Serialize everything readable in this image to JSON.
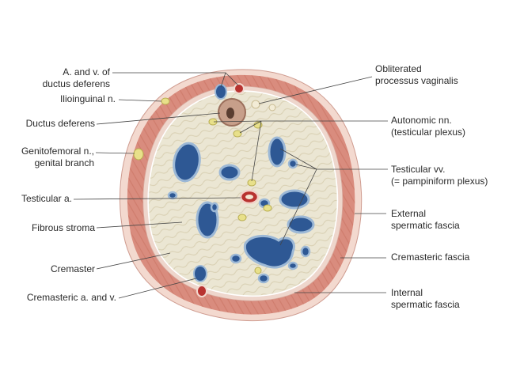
{
  "labels_left": [
    {
      "id": "a-v-ductus-deferens",
      "lines": [
        "A. and v. of",
        "ductus deferens"
      ]
    },
    {
      "id": "ilioinguinal-n",
      "lines": [
        "Ilioinguinal n."
      ]
    },
    {
      "id": "ductus-deferens",
      "lines": [
        "Ductus deferens"
      ]
    },
    {
      "id": "genitofemoral-n",
      "lines": [
        "Genitofemoral n.,",
        "genital branch"
      ]
    },
    {
      "id": "testicular-a",
      "lines": [
        "Testicular a."
      ]
    },
    {
      "id": "fibrous-stroma",
      "lines": [
        "Fibrous stroma"
      ]
    },
    {
      "id": "cremaster",
      "lines": [
        "Cremaster"
      ]
    },
    {
      "id": "cremasteric-a-v",
      "lines": [
        "Cremasteric a. and v."
      ]
    }
  ],
  "labels_right": [
    {
      "id": "obliterated-processus-vaginalis",
      "lines": [
        "Obliterated",
        "processus vaginalis"
      ]
    },
    {
      "id": "autonomic-nn",
      "lines": [
        "Autonomic nn.",
        "(testicular plexus)"
      ]
    },
    {
      "id": "testicular-vv",
      "lines": [
        "Testicular vv.",
        "(= pampiniform plexus)"
      ]
    },
    {
      "id": "external-spermatic-fascia",
      "lines": [
        "External",
        "spermatic fascia"
      ]
    },
    {
      "id": "cremasteric-fascia",
      "lines": [
        "Cremasteric fascia"
      ]
    },
    {
      "id": "internal-spermatic-fascia",
      "lines": [
        "Internal",
        "spermatic fascia"
      ]
    }
  ],
  "colors": {
    "outer_fascia": "#f3d9cf",
    "cremaster_muscle": "#d98c7e",
    "inner_fascia": "#eed6cc",
    "stroma": "#ebe6d3",
    "vein_fill": "#2e5894",
    "vein_ring": "#9cb8d6",
    "artery_fill": "#b8322f",
    "nerve_fill": "#e8e08a",
    "leader_line": "#444444"
  }
}
